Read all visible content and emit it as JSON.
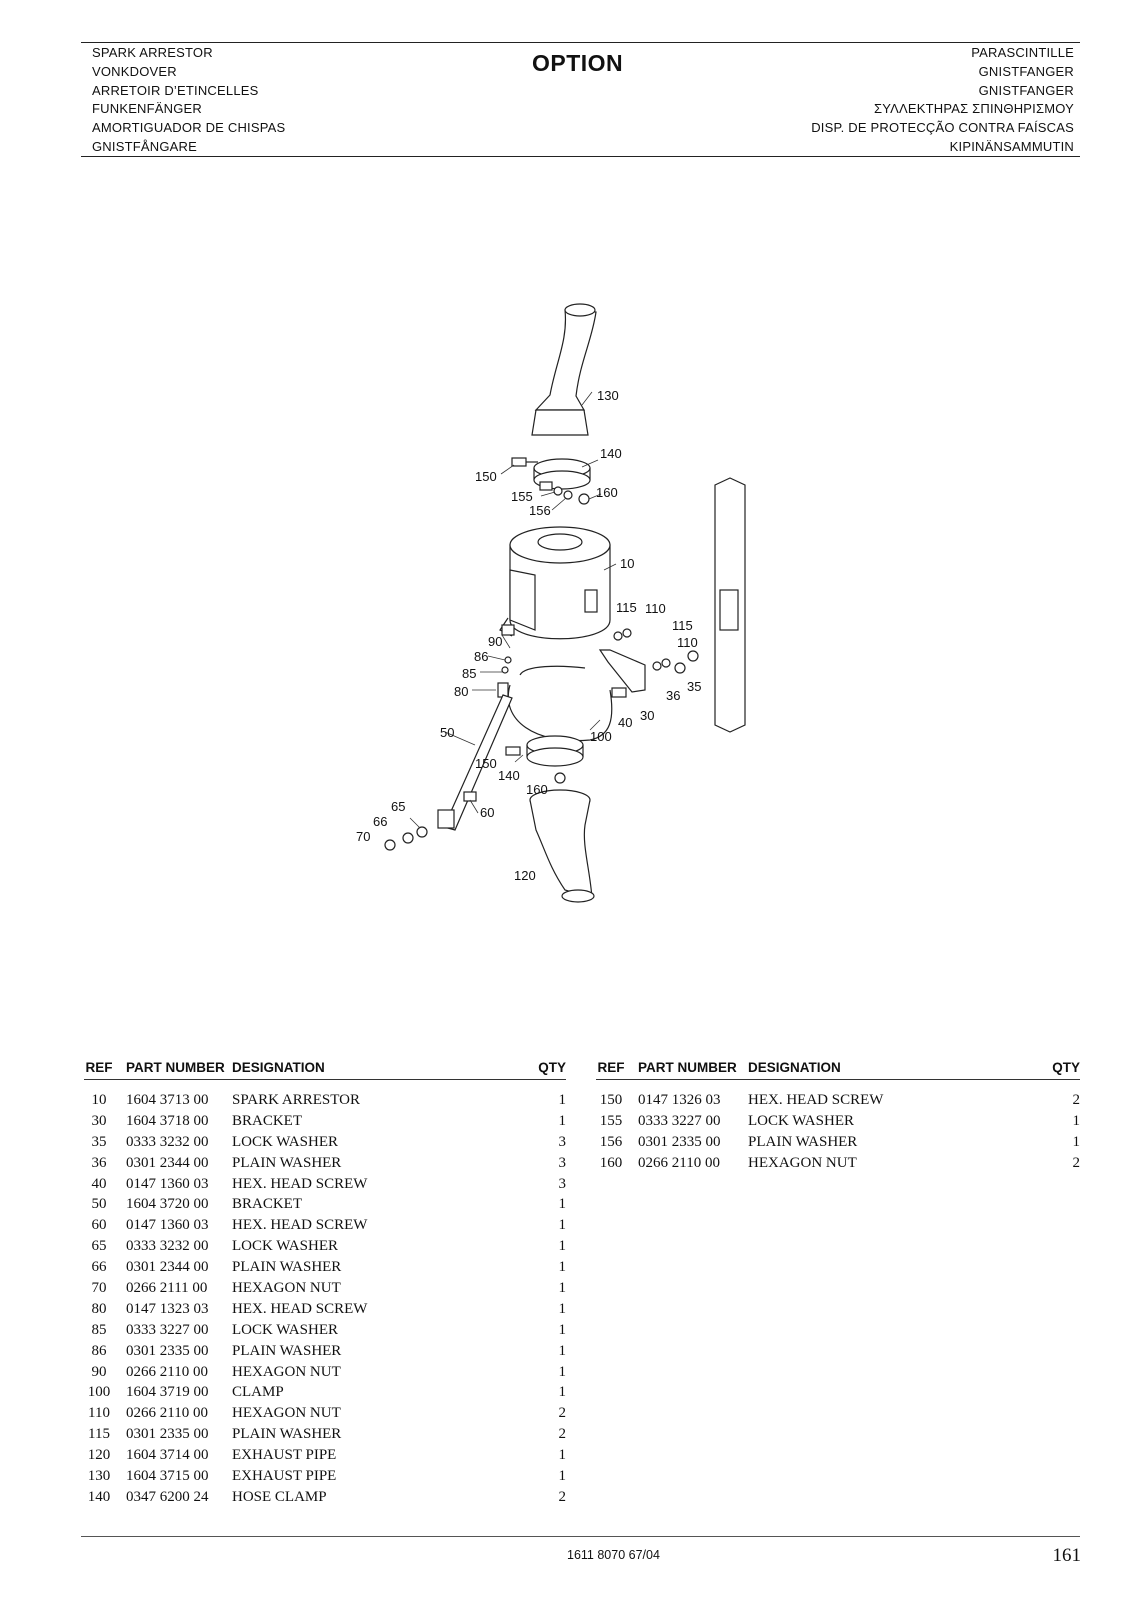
{
  "header": {
    "left_lines": [
      "SPARK ARRESTOR",
      "VONKDOVER",
      "ARRETOIR D’ETINCELLES",
      "FUNKENFÄNGER",
      "AMORTIGUADOR DE CHISPAS",
      "GNISTFÅNGARE"
    ],
    "title": "OPTION",
    "right_lines": [
      "PARASCINTILLE",
      "GNISTFANGER",
      "GNISTFANGER",
      "ΣΥΛΛΕΚΤΗΡΑΣ ΣΠΙΝΘΗΡΙΣΜΟΥ",
      "DISP. DE PROTECÇÃO CONTRA FAÍSCAS",
      "KIPINÄNSAMMUTIN"
    ]
  },
  "diagram": {
    "callouts": [
      "130",
      "140",
      "150",
      "155",
      "156",
      "160",
      "10",
      "115",
      "110",
      "115",
      "110",
      "90",
      "86",
      "85",
      "80",
      "35",
      "36",
      "30",
      "40",
      "100",
      "50",
      "150",
      "140",
      "160",
      "65",
      "60",
      "66",
      "70",
      "120"
    ]
  },
  "table": {
    "headers": {
      "ref": "REF",
      "part_number": "PART NUMBER",
      "designation": "DESIGNATION",
      "qty": "QTY"
    },
    "left_rows": [
      {
        "ref": "10",
        "part": "1604 3713 00",
        "designation": "SPARK ARRESTOR",
        "qty": "1"
      },
      {
        "ref": "30",
        "part": "1604 3718 00",
        "designation": "BRACKET",
        "qty": "1"
      },
      {
        "ref": "35",
        "part": "0333 3232 00",
        "designation": "LOCK WASHER",
        "qty": "3"
      },
      {
        "ref": "36",
        "part": "0301 2344 00",
        "designation": "PLAIN WASHER",
        "qty": "3"
      },
      {
        "ref": "40",
        "part": "0147 1360 03",
        "designation": "HEX. HEAD SCREW",
        "qty": "3"
      },
      {
        "ref": "50",
        "part": "1604 3720 00",
        "designation": "BRACKET",
        "qty": "1"
      },
      {
        "ref": "60",
        "part": "0147 1360 03",
        "designation": "HEX. HEAD SCREW",
        "qty": "1"
      },
      {
        "ref": "65",
        "part": "0333 3232 00",
        "designation": "LOCK WASHER",
        "qty": "1"
      },
      {
        "ref": "66",
        "part": "0301 2344 00",
        "designation": "PLAIN WASHER",
        "qty": "1"
      },
      {
        "ref": "70",
        "part": "0266 2111 00",
        "designation": "HEXAGON NUT",
        "qty": "1"
      },
      {
        "ref": "80",
        "part": "0147 1323 03",
        "designation": "HEX. HEAD SCREW",
        "qty": "1"
      },
      {
        "ref": "85",
        "part": "0333 3227 00",
        "designation": "LOCK WASHER",
        "qty": "1"
      },
      {
        "ref": "86",
        "part": "0301 2335 00",
        "designation": "PLAIN WASHER",
        "qty": "1"
      },
      {
        "ref": "90",
        "part": "0266 2110 00",
        "designation": "HEXAGON NUT",
        "qty": "1"
      },
      {
        "ref": "100",
        "part": "1604 3719 00",
        "designation": "CLAMP",
        "qty": "1"
      },
      {
        "ref": "110",
        "part": "0266 2110 00",
        "designation": "HEXAGON NUT",
        "qty": "2"
      },
      {
        "ref": "115",
        "part": "0301 2335 00",
        "designation": "PLAIN WASHER",
        "qty": "2"
      },
      {
        "ref": "120",
        "part": "1604 3714 00",
        "designation": "EXHAUST PIPE",
        "qty": "1"
      },
      {
        "ref": "130",
        "part": "1604 3715 00",
        "designation": "EXHAUST PIPE",
        "qty": "1"
      },
      {
        "ref": "140",
        "part": "0347 6200 24",
        "designation": "HOSE CLAMP",
        "qty": "2"
      }
    ],
    "right_rows": [
      {
        "ref": "150",
        "part": "0147 1326 03",
        "designation": "HEX. HEAD SCREW",
        "qty": "2"
      },
      {
        "ref": "155",
        "part": "0333 3227 00",
        "designation": "LOCK WASHER",
        "qty": "1"
      },
      {
        "ref": "156",
        "part": "0301 2335 00",
        "designation": "PLAIN WASHER",
        "qty": "1"
      },
      {
        "ref": "160",
        "part": "0266 2110 00",
        "designation": "HEXAGON NUT",
        "qty": "2"
      }
    ]
  },
  "footer": {
    "doc_code": "1611 8070 67/04",
    "page_number": "161"
  }
}
